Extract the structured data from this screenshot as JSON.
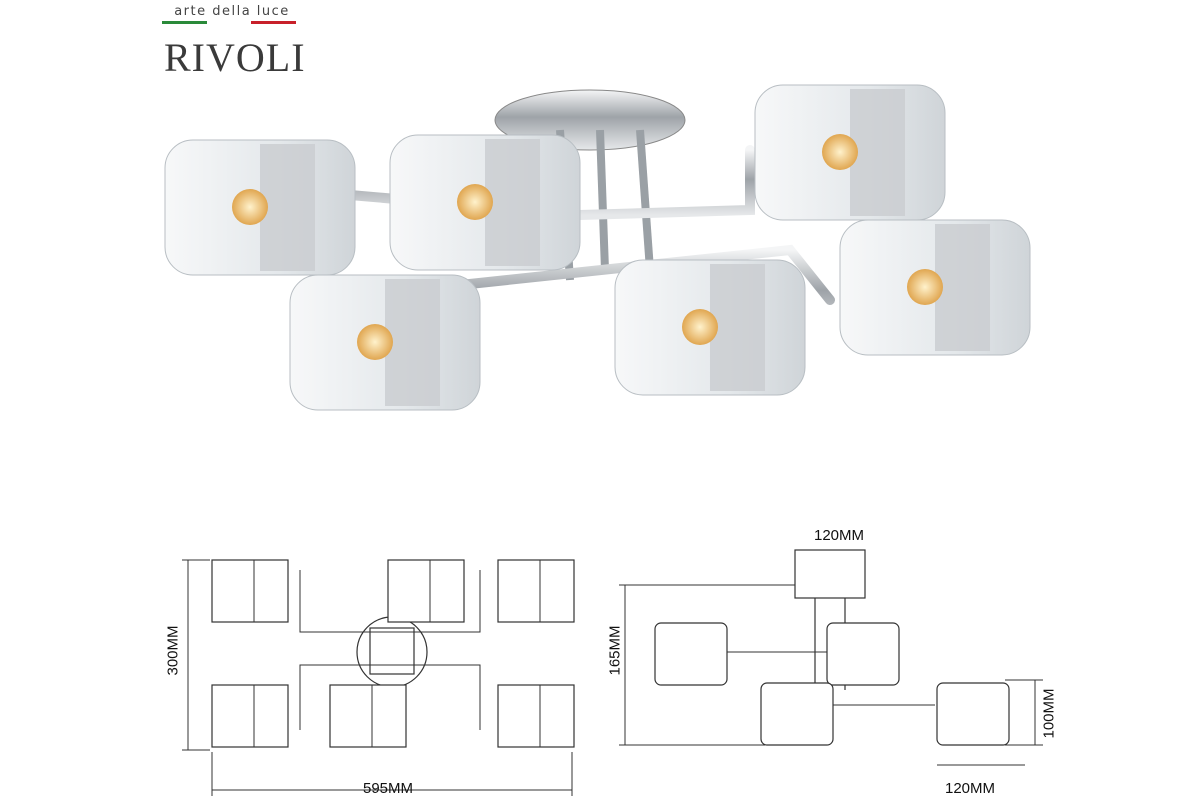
{
  "brand": {
    "tagline": "arte della luce",
    "name": "RIVOLI",
    "flag_colors": [
      "#2a8a3a",
      "#ffffff",
      "#c8202a"
    ]
  },
  "product_photo": {
    "shade_count": 6,
    "finish_color": "#c9ccd0",
    "glass_color": "#eef1f3",
    "bulb_color": "#f3c46a"
  },
  "drawing_top": {
    "width_label": "595MM",
    "height_label": "300MM"
  },
  "drawing_side": {
    "base_label": "120MM",
    "height_label": "165MM",
    "shade_height_label": "100MM",
    "shade_width_label": "120MM"
  }
}
